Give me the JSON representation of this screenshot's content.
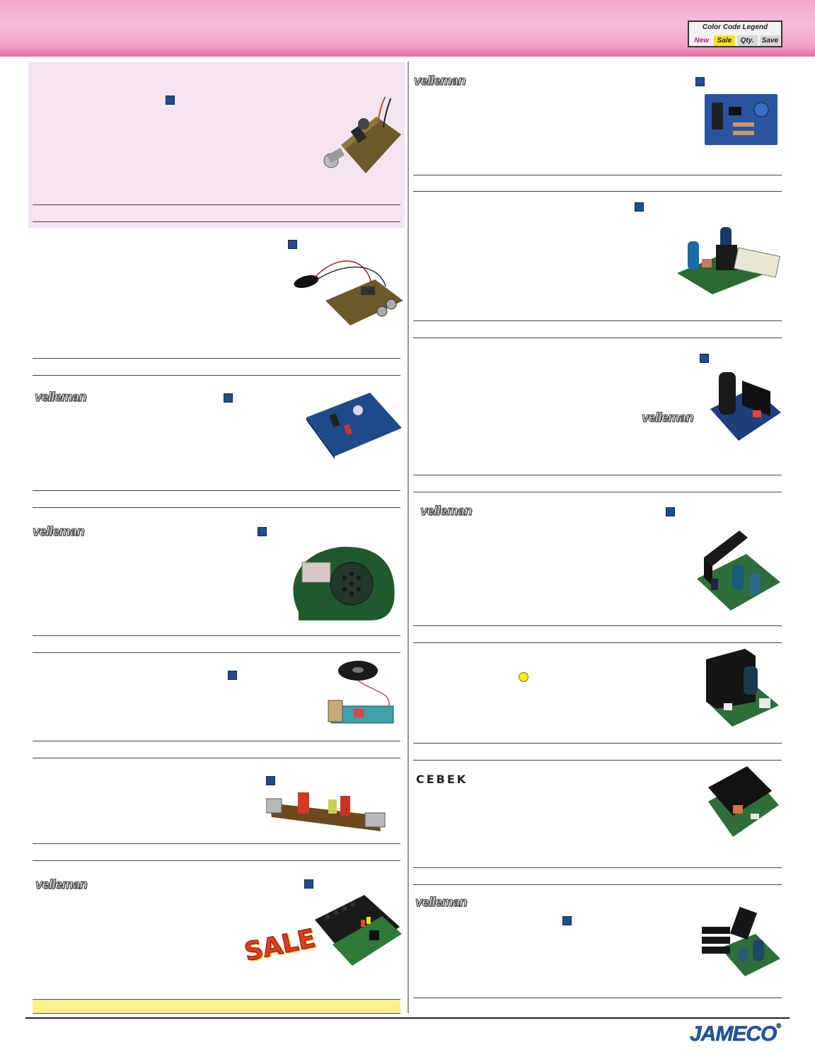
{
  "legend": {
    "title": "Color Code Legend",
    "new": "New",
    "sale": "Sale",
    "qty": "Qty.",
    "save": "Save"
  },
  "brands": {
    "velleman": "velleman",
    "cebek": "CEBEK"
  },
  "sale_graphic": "SALE",
  "footer": {
    "logo": "JAMECO",
    "registered": "®"
  },
  "colors": {
    "header_pink": "#f3a8cd",
    "feature_bg": "#f4e4f0",
    "badge_blue": "#1f4e8c",
    "sale_yellow": "#fdf08c",
    "legend_new": "#d4147d"
  }
}
